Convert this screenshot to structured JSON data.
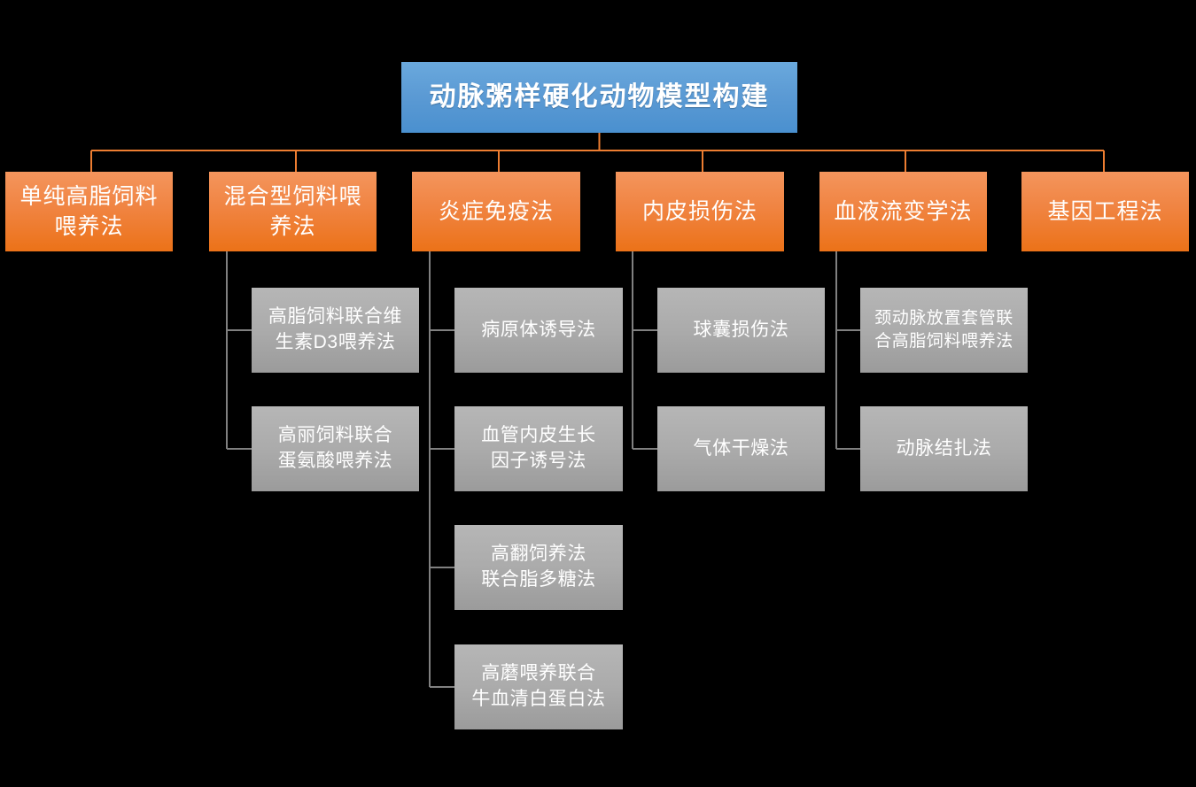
{
  "diagram": {
    "type": "org-chart",
    "title": "动脉粥样硬化动物模型构建",
    "colors": {
      "background": "#000000",
      "root_fill_top": "#6aa9dd",
      "root_fill_bottom": "#4a90cf",
      "category_fill_top": "#f4955d",
      "category_fill_bottom": "#ec7218",
      "leaf_fill_top": "#b6b6b6",
      "leaf_fill_bottom": "#9b9b9b",
      "category_connector": "#ed7d31",
      "leaf_connector": "#808080",
      "text": "#ffffff"
    },
    "root": {
      "label": "动脉粥样硬化动物模型构建"
    },
    "categories": [
      {
        "id": "cat-1",
        "label": "单纯高脂饲料\n喂养法",
        "children": []
      },
      {
        "id": "cat-2",
        "label": "混合型饲料喂\n养法",
        "children": [
          {
            "id": "leaf-2-1",
            "label": "高脂饲料联合维\n生素D3喂养法"
          },
          {
            "id": "leaf-2-2",
            "label": "高丽饲料联合\n蛋氨酸喂养法"
          }
        ]
      },
      {
        "id": "cat-3",
        "label": "炎症免疫法",
        "children": [
          {
            "id": "leaf-3-1",
            "label": "病原体诱导法"
          },
          {
            "id": "leaf-3-2",
            "label": "血管内皮生长\n因子诱号法"
          },
          {
            "id": "leaf-3-3",
            "label": "高翻饲养法\n联合脂多糖法"
          },
          {
            "id": "leaf-3-4",
            "label": "高蘑喂养联合\n牛血清白蛋白法"
          }
        ]
      },
      {
        "id": "cat-4",
        "label": "内皮损伤法",
        "children": [
          {
            "id": "leaf-4-1",
            "label": "球囊损伤法"
          },
          {
            "id": "leaf-4-2",
            "label": "气体干燥法"
          }
        ]
      },
      {
        "id": "cat-5",
        "label": "血液流变学法",
        "children": [
          {
            "id": "leaf-5-1",
            "label": "颈动脉放置套管联\n合高脂饲料喂养法"
          },
          {
            "id": "leaf-5-2",
            "label": "动脉结扎法"
          }
        ]
      },
      {
        "id": "cat-6",
        "label": "基因工程法",
        "children": []
      }
    ]
  }
}
